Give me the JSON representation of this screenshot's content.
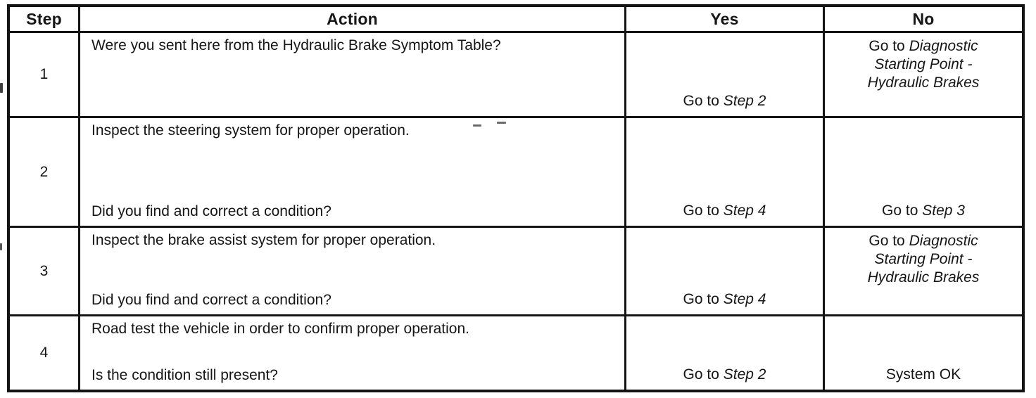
{
  "colors": {
    "ink": "#141414",
    "paper": "#ffffff"
  },
  "table": {
    "headers": {
      "step": "Step",
      "action": "Action",
      "yes": "Yes",
      "no": "No"
    },
    "rows": [
      {
        "step": "1",
        "action_q1": "Were you sent here from the Hydraulic Brake Symptom Table?",
        "action_q2": "",
        "yes_prefix": "Go to ",
        "yes_ref": "Step 2",
        "no_prefix": "Go to ",
        "no_ref": "Diagnostic Starting Point - Hydraulic Brakes"
      },
      {
        "step": "2",
        "action_q1": "Inspect the steering system for proper operation.",
        "action_q2": "Did you find and correct a condition?",
        "yes_prefix": "Go to ",
        "yes_ref": "Step 4",
        "no_prefix": "Go to ",
        "no_ref": "Step 3"
      },
      {
        "step": "3",
        "action_q1": "Inspect the brake assist system for proper operation.",
        "action_q2": "Did you find and correct a condition?",
        "yes_prefix": "Go to ",
        "yes_ref": "Step 4",
        "no_prefix": "Go to ",
        "no_ref": "Diagnostic Starting Point - Hydraulic Brakes"
      },
      {
        "step": "4",
        "action_q1": "Road test the vehicle in order to confirm proper operation.",
        "action_q2": "Is the condition still present?",
        "yes_prefix": "Go to ",
        "yes_ref": "Step 2",
        "no_prefix": "System OK",
        "no_ref": ""
      }
    ]
  }
}
